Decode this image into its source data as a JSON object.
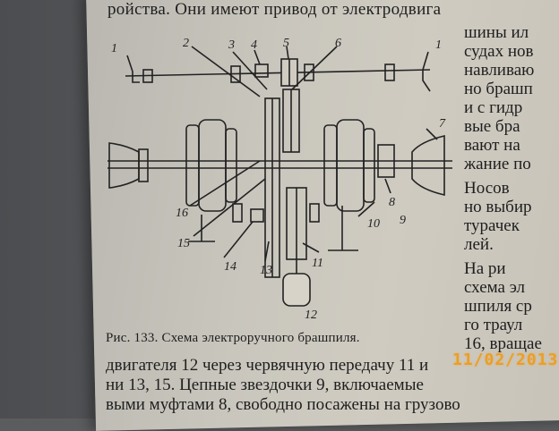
{
  "top_line": "ройства. Они имеют привод от электродвига",
  "right_column": [
    "шины ил",
    "судах нов",
    "навливаю",
    "но брашп",
    "и с гидр",
    "вые бра",
    "вают на",
    "жание по",
    "Носов",
    "но выбир",
    "турачек",
    "лей.",
    "На ри",
    "схема эл",
    "шпиля ср",
    "го траул",
    "16, вращае"
  ],
  "figure": {
    "labels": [
      "1",
      "2",
      "3",
      "4",
      "5",
      "6",
      "1",
      "7",
      "8",
      "9",
      "10",
      "11",
      "12",
      "13",
      "14",
      "15",
      "16"
    ],
    "caption": "Рис. 133. Схема электроручного брашпиля."
  },
  "bottom_text": [
    "двигателя 12 через червячную передачу 11 и",
    "ни 13, 15. Цепные звездочки 9, включаемые",
    "выми муфтами 8, свободно посажены на грузово"
  ],
  "date_stamp": "11/02/2013"
}
